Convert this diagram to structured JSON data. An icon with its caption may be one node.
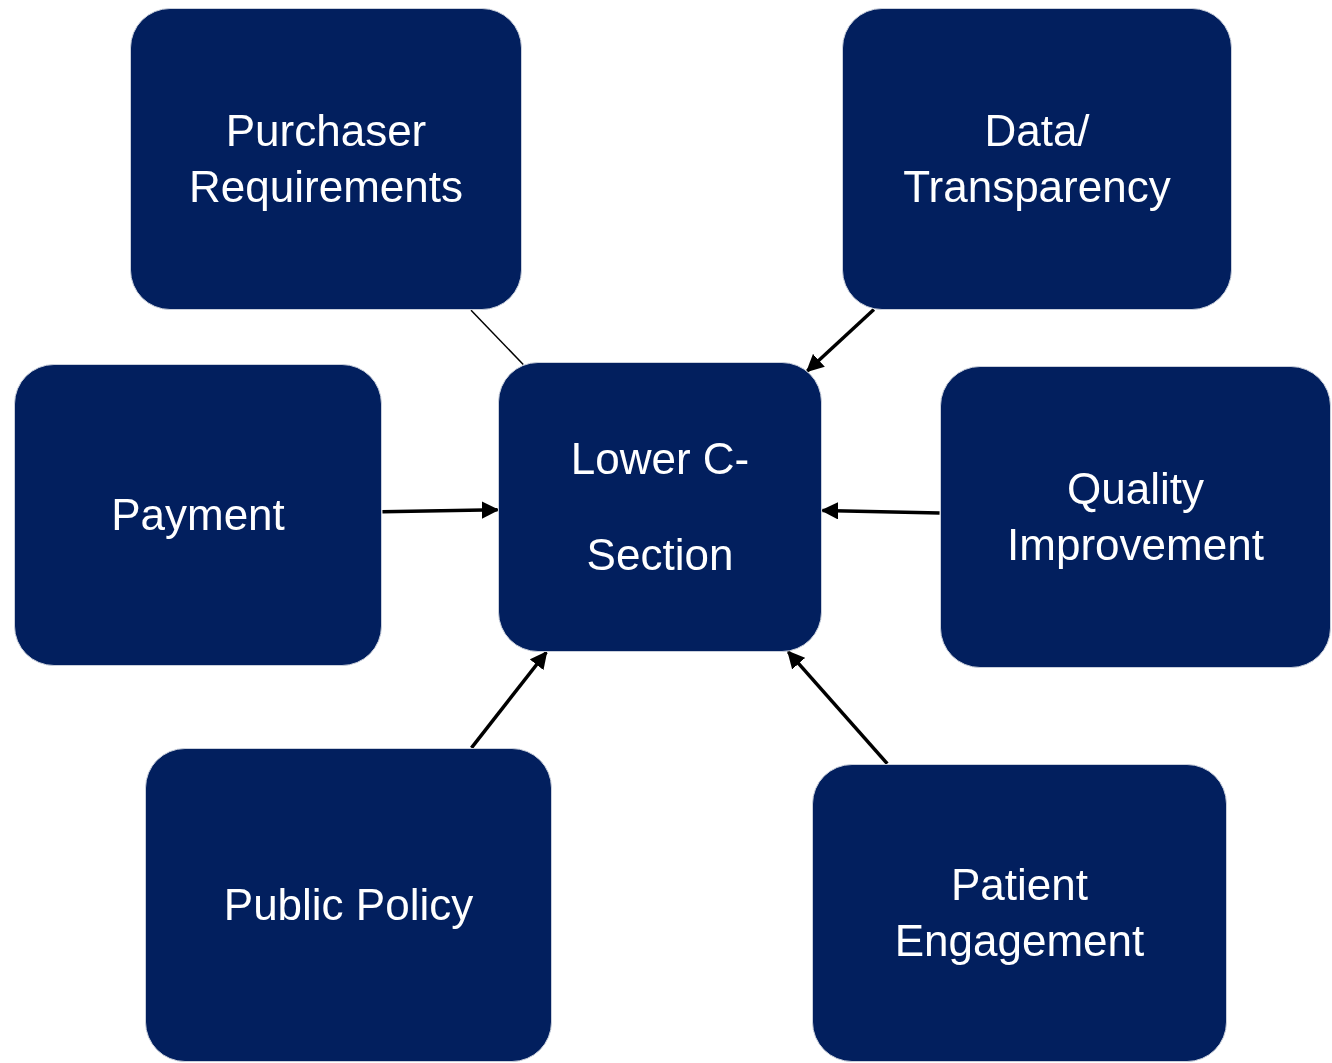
{
  "diagram": {
    "nodes": [
      {
        "text": [
          "Purchaser Requirements"
        ]
      },
      {
        "text": [
          "Data/ Transparency"
        ]
      },
      {
        "text": [
          "Payment"
        ]
      },
      {
        "text": [
          "Lower C-Section"
        ]
      },
      {
        "text": [
          "Quality Improvement"
        ]
      },
      {
        "text": [
          "Public Policy"
        ]
      },
      {
        "text": [
          "Patient Engagement"
        ]
      }
    ],
    "edges": [
      {
        "from": 0,
        "to": 3,
        "arrow": "none"
      },
      {
        "from": 1,
        "to": 3,
        "arrow": "to"
      },
      {
        "from": 2,
        "to": 3,
        "arrow": "to"
      },
      {
        "from": 4,
        "to": 3,
        "arrow": "to"
      },
      {
        "from": 5,
        "to": 3,
        "arrow": "to"
      },
      {
        "from": 6,
        "to": 3,
        "arrow": "to"
      }
    ]
  }
}
